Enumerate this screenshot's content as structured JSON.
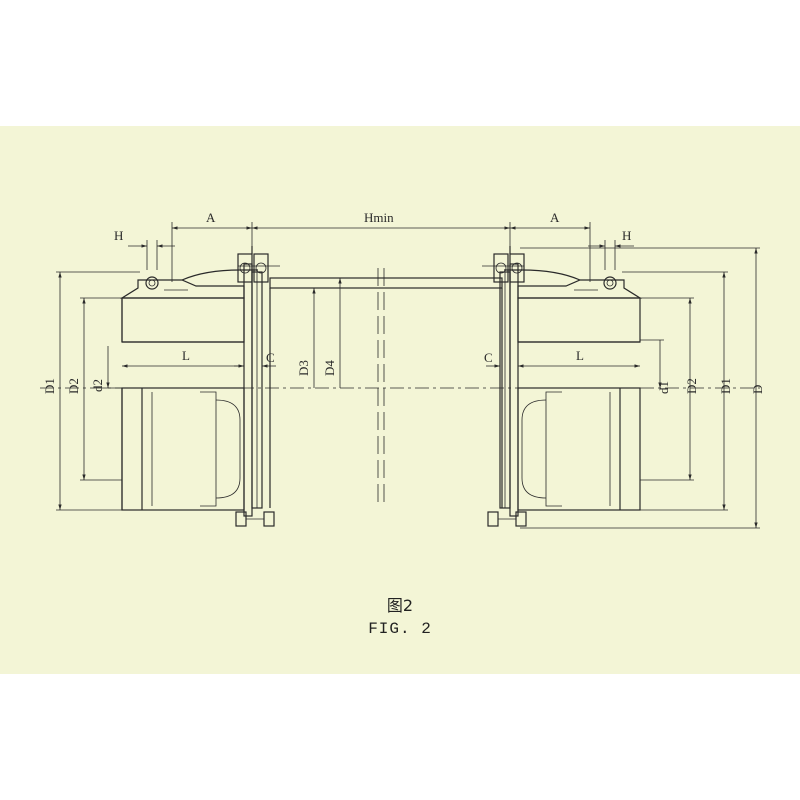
{
  "colors": {
    "panel_bg": "#f3f5d6",
    "line": "#2a2a2a"
  },
  "dimensions": {
    "top_left_h": "H",
    "top_left_a": "A",
    "hmin": "Hmin",
    "top_right_a": "A",
    "top_right_h": "H",
    "left_d1": "D1",
    "left_d2": "D2",
    "left_d2_small": "d2",
    "left_l": "L",
    "left_c": "C",
    "center_d3": "D3",
    "center_d4": "D4",
    "right_c": "C",
    "right_l": "L",
    "right_d1_small": "d1",
    "right_d2": "D2",
    "right_d1": "D1",
    "right_d": "D"
  },
  "caption": {
    "chinese": "图2",
    "english": "FIG. 2"
  }
}
